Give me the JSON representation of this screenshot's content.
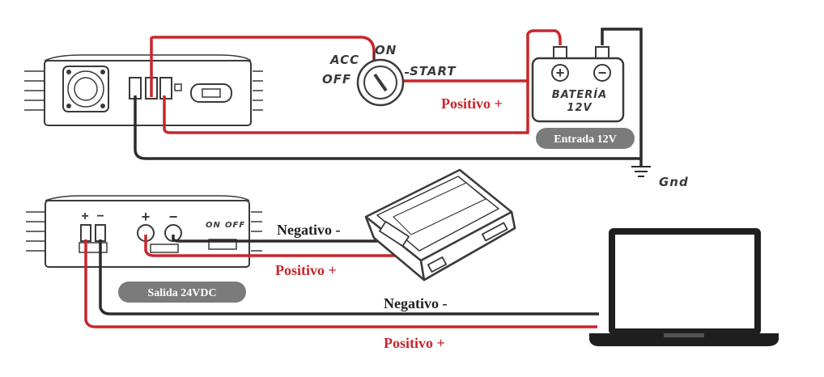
{
  "diagram": {
    "colors": {
      "positive": "#c8262b",
      "negative": "#2b2b2b",
      "device_stroke": "#3a3a3a",
      "badge_bg": "#7b7b7b",
      "badge_text": "#ffffff"
    },
    "ignition": {
      "acc": "ACC",
      "on": "ON",
      "off": "OFF",
      "start": "START"
    },
    "battery": {
      "label": "BATERÍA",
      "voltage": "12V",
      "plus_symbol": "+",
      "minus_symbol": "−"
    },
    "labels": {
      "positivo_top": "Positivo +",
      "entrada": "Entrada 12V",
      "gnd": "Gnd",
      "negativo_mid": "Negativo -",
      "positivo_mid": "Positivo +",
      "salida": "Salida 24VDC",
      "negativo_bottom": "Negativo -",
      "positivo_bottom": "Positivo +"
    },
    "output_panel": {
      "plus_a": "+",
      "minus_a": "−",
      "plus_b": "+",
      "minus_b": "−",
      "on": "ON",
      "off": "OFF"
    }
  }
}
